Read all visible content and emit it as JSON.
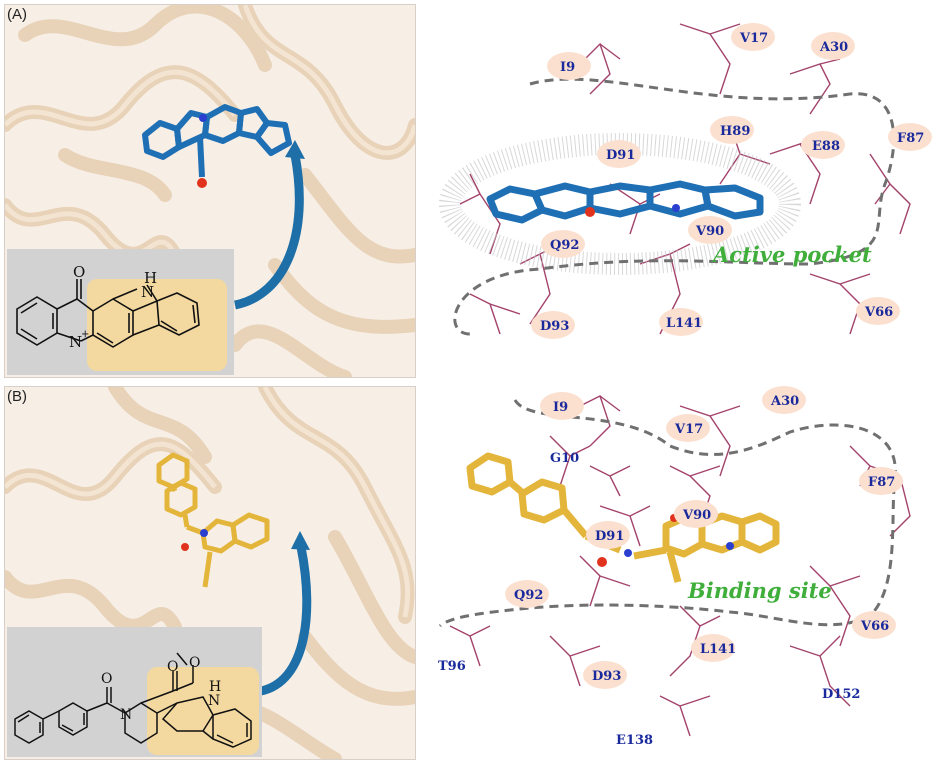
{
  "panels": {
    "a": {
      "label": "(A)",
      "structure_text": {
        "carbonyl": "O",
        "amine": "H",
        "amine_n": "N",
        "cationic_n": "N",
        "charge": "+"
      },
      "pocket_label": "Active pocket",
      "residues": [
        "I9",
        "V17",
        "A30",
        "H89",
        "E88",
        "F87",
        "D91",
        "Q92",
        "V90",
        "D93",
        "L141",
        "V66"
      ]
    },
    "b": {
      "label": "(B)",
      "structure_text": {
        "ketone_o": "O",
        "ester_o1": "O",
        "ester_o2": "O",
        "ring_n": "N",
        "indole_h": "H",
        "indole_n": "N"
      },
      "pocket_label": "Binding site",
      "residues": [
        "I9",
        "A30",
        "V17",
        "G10",
        "F87",
        "V90",
        "D91",
        "Q92",
        "V66",
        "L141",
        "T96",
        "D93",
        "D152",
        "E138"
      ]
    }
  },
  "colors": {
    "protein_cartoon": "#eed9c2",
    "ligand_a": "#1f6fb5",
    "ligand_b": "#e3b53a",
    "residue_sticks": "#a3426b",
    "residue_label_bg": "#fbe0cf",
    "residue_label_text": "#1a2a9c",
    "pocket_label": "#3fae3a",
    "pocket_outline": "#707070",
    "arrow": "#1e6fa8",
    "inset_bg": "#d2d2d2",
    "inset_highlight": "#f3d9a0"
  }
}
